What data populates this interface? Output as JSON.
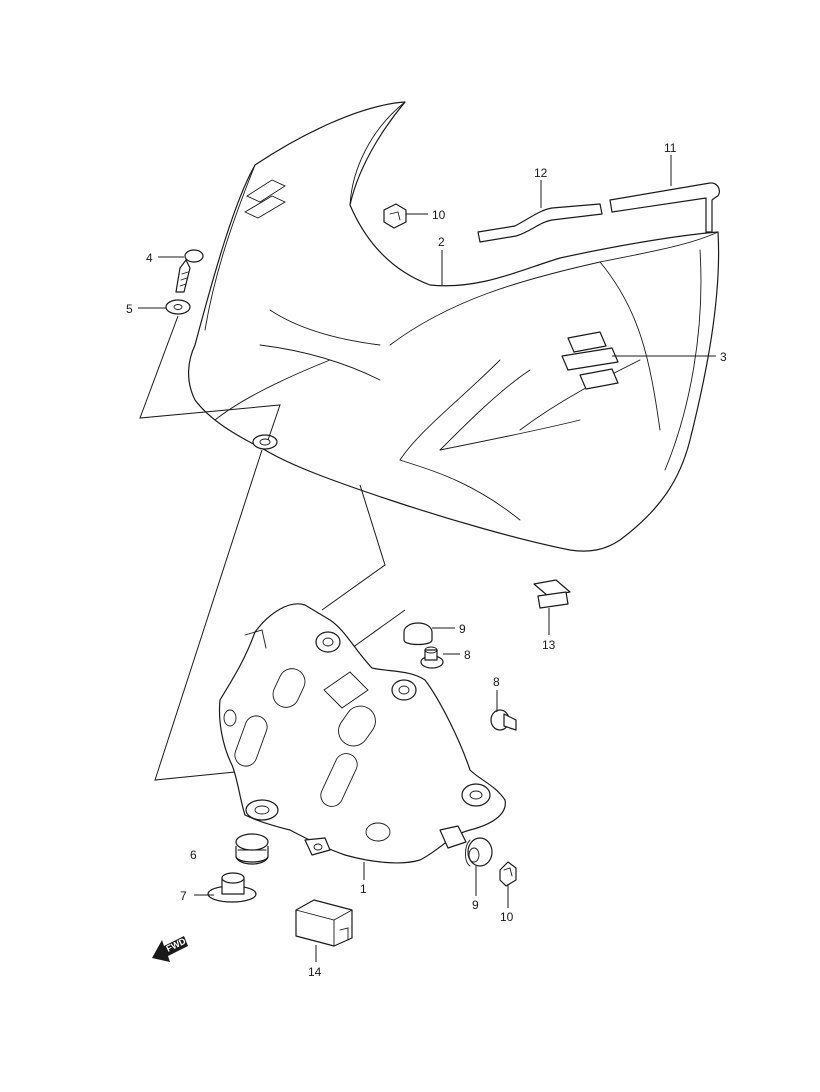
{
  "diagram": {
    "callouts": {
      "c1": "1",
      "c2": "2",
      "c3": "3",
      "c4": "4",
      "c5": "5",
      "c6": "6",
      "c7": "7",
      "c8a": "8",
      "c8b": "8",
      "c9a": "9",
      "c9b": "9",
      "c10a": "10",
      "c10b": "10",
      "c11": "11",
      "c12": "12",
      "c13": "13",
      "c14": "14"
    },
    "fwd_label": "FWD",
    "line_color": "#1a1a1a"
  }
}
